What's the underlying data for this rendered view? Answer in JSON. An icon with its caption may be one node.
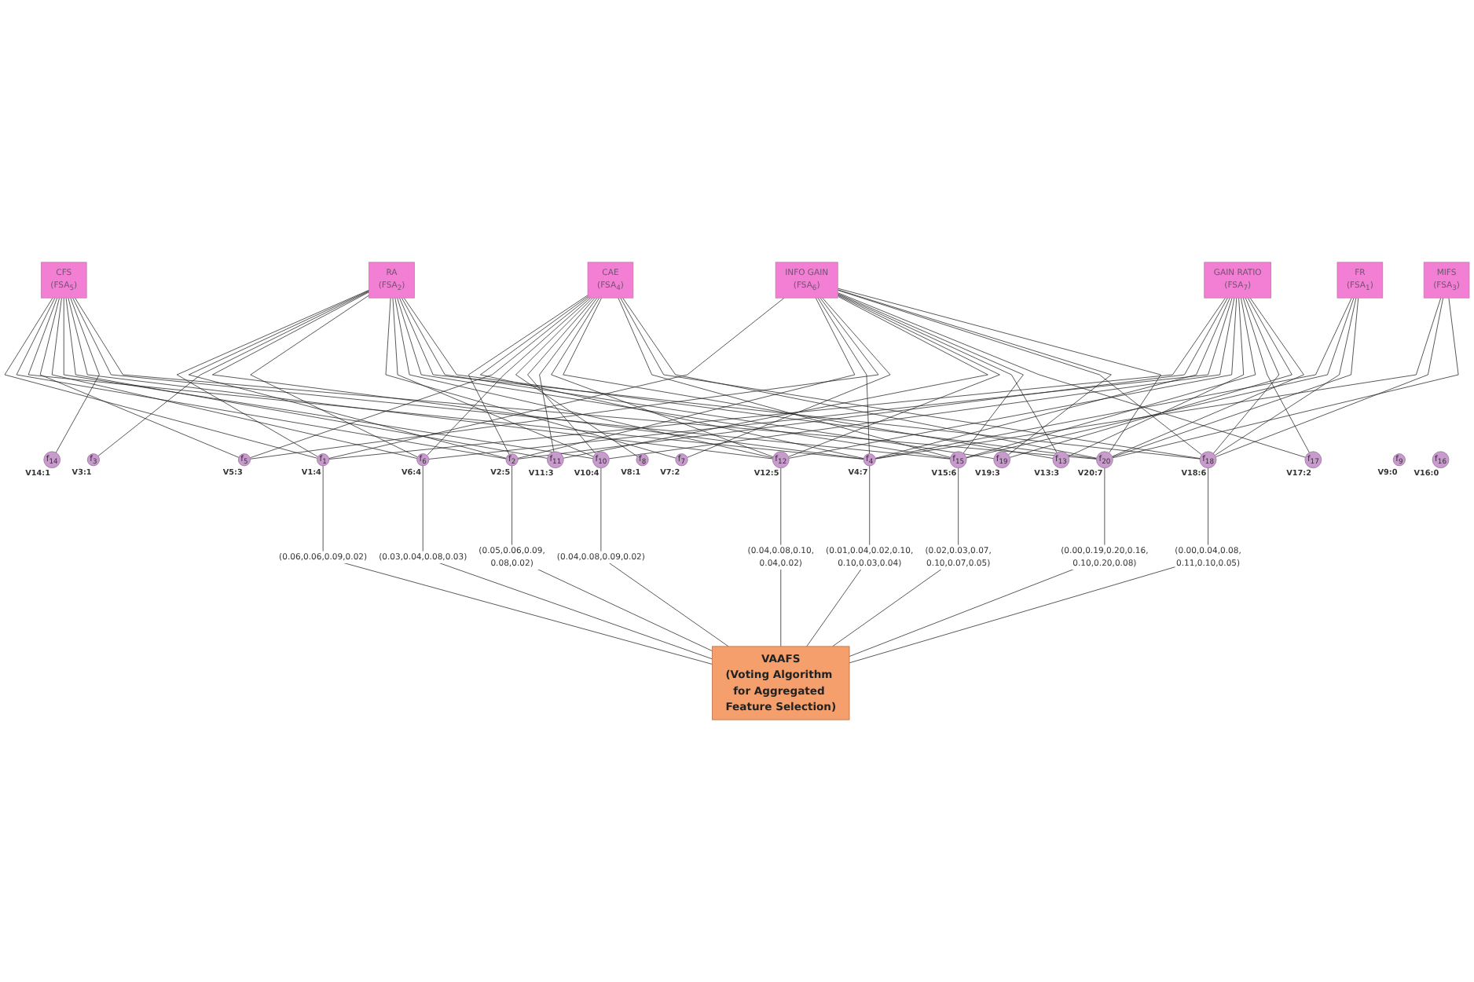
{
  "diagram": {
    "nodes": [
      {
        "text": [
          "FR",
          "(FSA$_{1}$)"
        ]
      },
      {
        "text": [
          "RA",
          "(FSA$_{2}$)"
        ]
      },
      {
        "text": [
          "MIFS",
          "(FSA$_{3}$)"
        ]
      },
      {
        "text": [
          "CAE",
          "(FSA$_{4}$)"
        ]
      },
      {
        "text": [
          "CFS",
          "(FSA$_{5}$)"
        ]
      },
      {
        "text": [
          "INFO GAIN",
          "(FSA$_{6}$)"
        ]
      },
      {
        "text": [
          "GAIN RATIO",
          "(FSA$_{7}$)"
        ]
      },
      {
        "text": [
          "f$_{1}$"
        ],
        "beside": [
          "V1:4"
        ]
      },
      {
        "text": [
          "f$_{2}$"
        ],
        "beside": [
          "V2:5"
        ]
      },
      {
        "text": [
          "f$_{3}$"
        ],
        "beside": [
          "V3:1"
        ]
      },
      {
        "text": [
          "f$_{4}$"
        ],
        "beside": [
          "V4:7"
        ]
      },
      {
        "text": [
          "f$_{5}$"
        ],
        "beside": [
          "V5:3"
        ]
      },
      {
        "text": [
          "f$_{6}$"
        ],
        "beside": [
          "V6:4"
        ]
      },
      {
        "text": [
          "f$_{7}$"
        ],
        "beside": [
          "V7:2"
        ]
      },
      {
        "text": [
          "f$_{8}$"
        ],
        "beside": [
          "V8:1"
        ]
      },
      {
        "text": [
          "f$_{9}$"
        ],
        "beside": [
          "V9:0"
        ]
      },
      {
        "text": [
          "f$_{10}$"
        ],
        "beside": [
          "V10:4"
        ]
      },
      {
        "text": [
          "f$_{11}$"
        ],
        "beside": [
          "V11:3"
        ]
      },
      {
        "text": [
          "f$_{12}$"
        ],
        "beside": [
          "V12:5"
        ]
      },
      {
        "text": [
          "f$_{13}$"
        ],
        "beside": [
          "V13:3"
        ]
      },
      {
        "text": [
          "f$_{14}$"
        ],
        "beside": [
          "V14:1"
        ]
      },
      {
        "text": [
          "f$_{15}$"
        ],
        "beside": [
          "V15:6"
        ]
      },
      {
        "text": [
          "f$_{16}$"
        ],
        "beside": [
          "V16:0"
        ]
      },
      {
        "text": [
          "f$_{17}$"
        ],
        "beside": [
          "V17:2"
        ]
      },
      {
        "text": [
          "f$_{18}$"
        ],
        "beside": [
          "V18:6"
        ]
      },
      {
        "text": [
          "f$_{19}$"
        ],
        "beside": [
          "V19:3"
        ]
      },
      {
        "text": [
          "f$_{20}$"
        ],
        "beside": [
          "V20:7"
        ]
      },
      {
        "text": [
          "VAAFS",
          "(Voting Algorithm for Aggregated Feature Selection)"
        ]
      }
    ],
    "edges": [
      {
        "from": 0,
        "to": 10,
        "arrow": "none"
      },
      {
        "from": 0,
        "to": 21,
        "arrow": "none"
      },
      {
        "from": 0,
        "to": 24,
        "arrow": "none"
      },
      {
        "from": 0,
        "to": 26,
        "arrow": "none"
      },
      {
        "from": 1,
        "to": 7,
        "arrow": "none"
      },
      {
        "from": 1,
        "to": 8,
        "arrow": "none"
      },
      {
        "from": 1,
        "to": 9,
        "arrow": "none"
      },
      {
        "from": 1,
        "to": 10,
        "arrow": "none"
      },
      {
        "from": 1,
        "to": 12,
        "arrow": "none"
      },
      {
        "from": 1,
        "to": 13,
        "arrow": "none"
      },
      {
        "from": 1,
        "to": 16,
        "arrow": "none"
      },
      {
        "from": 1,
        "to": 18,
        "arrow": "none"
      },
      {
        "from": 1,
        "to": 21,
        "arrow": "none"
      },
      {
        "from": 1,
        "to": 24,
        "arrow": "none"
      },
      {
        "from": 1,
        "to": 25,
        "arrow": "none"
      },
      {
        "from": 1,
        "to": 26,
        "arrow": "none"
      },
      {
        "from": 2,
        "to": 10,
        "arrow": "none"
      },
      {
        "from": 2,
        "to": 24,
        "arrow": "none"
      },
      {
        "from": 2,
        "to": 26,
        "arrow": "none"
      },
      {
        "from": 3,
        "to": 8,
        "arrow": "none"
      },
      {
        "from": 3,
        "to": 10,
        "arrow": "none"
      },
      {
        "from": 3,
        "to": 11,
        "arrow": "none"
      },
      {
        "from": 3,
        "to": 12,
        "arrow": "none"
      },
      {
        "from": 3,
        "to": 14,
        "arrow": "none"
      },
      {
        "from": 3,
        "to": 16,
        "arrow": "none"
      },
      {
        "from": 3,
        "to": 17,
        "arrow": "none"
      },
      {
        "from": 3,
        "to": 18,
        "arrow": "none"
      },
      {
        "from": 3,
        "to": 19,
        "arrow": "none"
      },
      {
        "from": 3,
        "to": 21,
        "arrow": "none"
      },
      {
        "from": 3,
        "to": 24,
        "arrow": "none"
      },
      {
        "from": 3,
        "to": 26,
        "arrow": "none"
      },
      {
        "from": 4,
        "to": 7,
        "arrow": "none"
      },
      {
        "from": 4,
        "to": 8,
        "arrow": "none"
      },
      {
        "from": 4,
        "to": 10,
        "arrow": "none"
      },
      {
        "from": 4,
        "to": 11,
        "arrow": "none"
      },
      {
        "from": 4,
        "to": 12,
        "arrow": "none"
      },
      {
        "from": 4,
        "to": 16,
        "arrow": "none"
      },
      {
        "from": 4,
        "to": 17,
        "arrow": "none"
      },
      {
        "from": 4,
        "to": 18,
        "arrow": "none"
      },
      {
        "from": 4,
        "to": 20,
        "arrow": "none"
      },
      {
        "from": 4,
        "to": 21,
        "arrow": "none"
      },
      {
        "from": 4,
        "to": 26,
        "arrow": "none"
      },
      {
        "from": 5,
        "to": 7,
        "arrow": "none"
      },
      {
        "from": 5,
        "to": 8,
        "arrow": "none"
      },
      {
        "from": 5,
        "to": 10,
        "arrow": "none"
      },
      {
        "from": 5,
        "to": 11,
        "arrow": "none"
      },
      {
        "from": 5,
        "to": 13,
        "arrow": "none"
      },
      {
        "from": 5,
        "to": 17,
        "arrow": "none"
      },
      {
        "from": 5,
        "to": 18,
        "arrow": "none"
      },
      {
        "from": 5,
        "to": 19,
        "arrow": "none"
      },
      {
        "from": 5,
        "to": 21,
        "arrow": "none"
      },
      {
        "from": 5,
        "to": 23,
        "arrow": "none"
      },
      {
        "from": 5,
        "to": 24,
        "arrow": "none"
      },
      {
        "from": 5,
        "to": 25,
        "arrow": "none"
      },
      {
        "from": 5,
        "to": 26,
        "arrow": "none"
      },
      {
        "from": 6,
        "to": 7,
        "arrow": "none"
      },
      {
        "from": 6,
        "to": 8,
        "arrow": "none"
      },
      {
        "from": 6,
        "to": 10,
        "arrow": "none"
      },
      {
        "from": 6,
        "to": 12,
        "arrow": "none"
      },
      {
        "from": 6,
        "to": 16,
        "arrow": "none"
      },
      {
        "from": 6,
        "to": 18,
        "arrow": "none"
      },
      {
        "from": 6,
        "to": 19,
        "arrow": "none"
      },
      {
        "from": 6,
        "to": 21,
        "arrow": "none"
      },
      {
        "from": 6,
        "to": 23,
        "arrow": "none"
      },
      {
        "from": 6,
        "to": 24,
        "arrow": "none"
      },
      {
        "from": 6,
        "to": 25,
        "arrow": "none"
      },
      {
        "from": 6,
        "to": 26,
        "arrow": "none"
      },
      {
        "from": 7,
        "to": 27,
        "arrow": "none",
        "label": "(0.06,0.06,0.09,0.02)"
      },
      {
        "from": 8,
        "to": 27,
        "arrow": "none",
        "label": "(0.05,0.06,0.09,0.08,0.02)"
      },
      {
        "from": 10,
        "to": 27,
        "arrow": "none",
        "label": "(0.01,0.04,0.02,0.10,0.10,0.03,0.04)"
      },
      {
        "from": 12,
        "to": 27,
        "arrow": "none",
        "label": "(0.03,0.04,0.08,0.03)"
      },
      {
        "from": 16,
        "to": 27,
        "arrow": "none",
        "label": "(0.04,0.08,0.09,0.02)"
      },
      {
        "from": 18,
        "to": 27,
        "arrow": "none",
        "label": "(0.04,0.08,0.10,0.04,0.02)"
      },
      {
        "from": 21,
        "to": 27,
        "arrow": "none",
        "label": "(0.02,0.03,0.07,0.10,0.07,0.05)"
      },
      {
        "from": 24,
        "to": 27,
        "arrow": "none",
        "label": "(0.00,0.04,0.08,0.11,0.10,0.05)"
      },
      {
        "from": 26,
        "to": 27,
        "arrow": "none",
        "label": "(0.00,0.19,0.20,0.16,0.10,0.20,0.08)"
      }
    ]
  }
}
